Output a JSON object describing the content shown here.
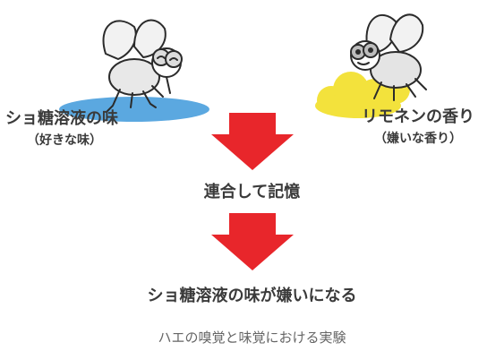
{
  "left": {
    "label": "ショ糖溶液の味",
    "sublabel": "（好きな味）",
    "puddle_color": "#5ba8e0",
    "icon": "fly-icon"
  },
  "right": {
    "label": "リモネンの香り",
    "sublabel": "（嫌いな香り）",
    "cloud_color": "#f3e23c",
    "icon": "fly-icon"
  },
  "arrow_color": "#e8262b",
  "step1": "連合して記憶",
  "step2": "ショ糖溶液の味が嫌いになる",
  "caption": "ハエの嗅覚と味覚における実験"
}
